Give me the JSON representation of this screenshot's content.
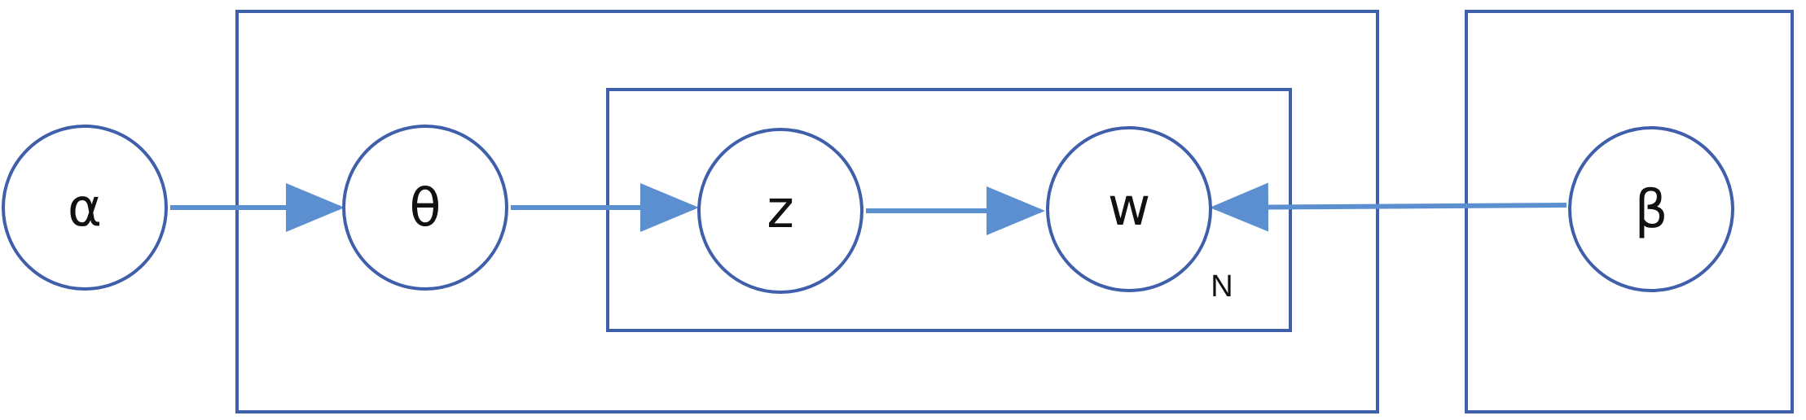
{
  "colors": {
    "stroke": "#3f5faa",
    "arrow": "#5b8fd0",
    "text": "#111111",
    "background": "#ffffff"
  },
  "nodes": {
    "alpha": "α",
    "theta": "θ",
    "z": "z",
    "w": "w",
    "beta": "β"
  },
  "plates": {
    "inner_label": "N"
  }
}
